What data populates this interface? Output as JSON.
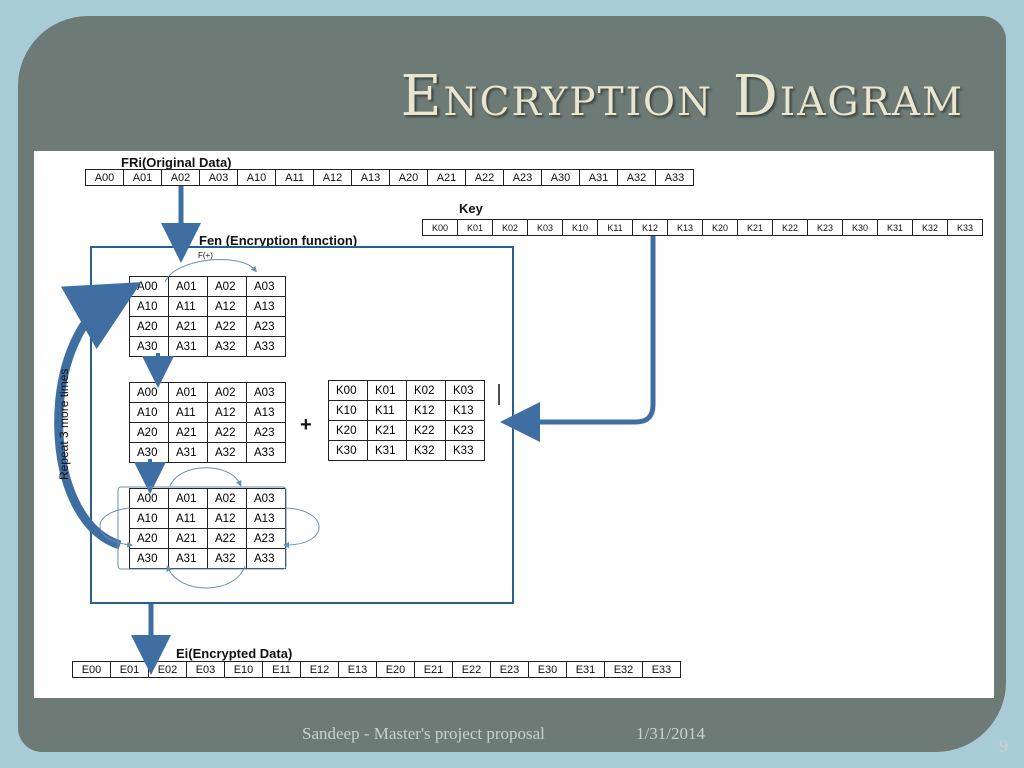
{
  "title": "Encryption Diagram",
  "labels": {
    "original": "FRi(Original Data)",
    "key": "Key",
    "fen": "Fen (Encryption function)",
    "fplus": "F(+)",
    "repeat": "Repeat 3 more times",
    "encrypted": "Ei(Encrypted Data)",
    "plus": "+"
  },
  "original_row": [
    "A00",
    "A01",
    "A02",
    "A03",
    "A10",
    "A11",
    "A12",
    "A13",
    "A20",
    "A21",
    "A22",
    "A23",
    "A30",
    "A31",
    "A32",
    "A33"
  ],
  "key_row": [
    "K00",
    "K01",
    "K02",
    "K03",
    "K10",
    "K11",
    "K12",
    "K13",
    "K20",
    "K21",
    "K22",
    "K23",
    "K30",
    "K31",
    "K32",
    "K33"
  ],
  "encrypted_row": [
    "E00",
    "E01",
    "E02",
    "E03",
    "E10",
    "E11",
    "E12",
    "E13",
    "E20",
    "E21",
    "E22",
    "E23",
    "E30",
    "E31",
    "E32",
    "E33"
  ],
  "matrix_a": [
    [
      "A00",
      "A01",
      "A02",
      "A03"
    ],
    [
      "A10",
      "A11",
      "A12",
      "A13"
    ],
    [
      "A20",
      "A21",
      "A22",
      "A23"
    ],
    [
      "A30",
      "A31",
      "A32",
      "A33"
    ]
  ],
  "matrix_k": [
    [
      "K00",
      "K01",
      "K02",
      "K03"
    ],
    [
      "K10",
      "K11",
      "K12",
      "K13"
    ],
    [
      "K20",
      "K21",
      "K22",
      "K23"
    ],
    [
      "K30",
      "K31",
      "K32",
      "K33"
    ]
  ],
  "footer": {
    "author": "Sandeep - Master's project proposal",
    "date": "1/31/2014",
    "page": "9"
  },
  "colors": {
    "arrow": "#3f6ea3",
    "title": "#e9e6cf",
    "frame": "#6e7a76"
  }
}
